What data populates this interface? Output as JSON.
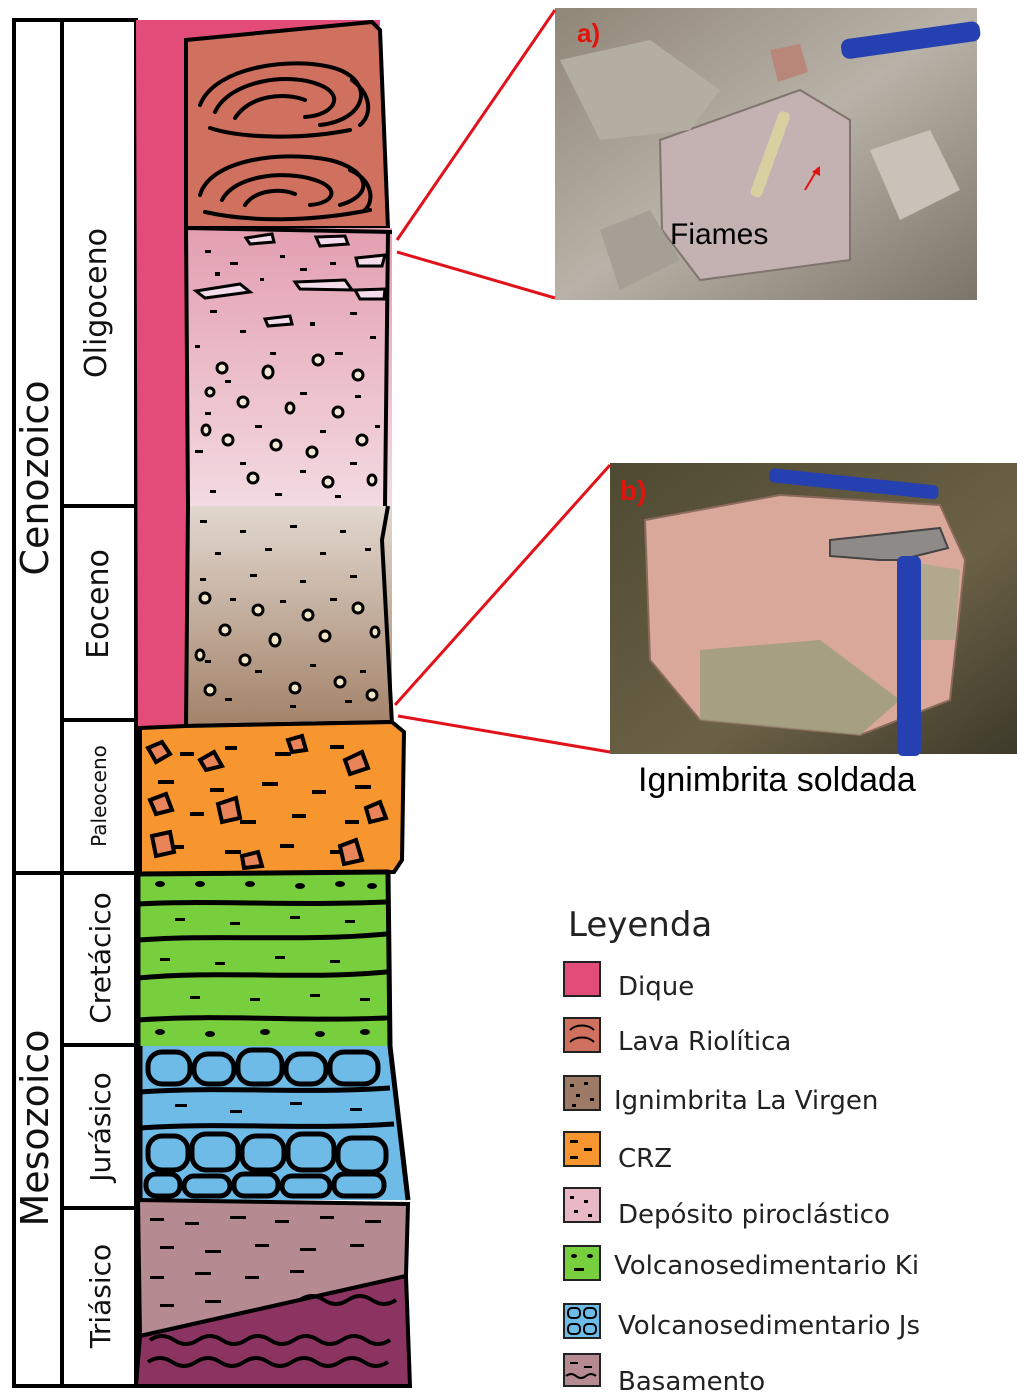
{
  "eras": [
    {
      "id": "cenozoico",
      "label": "Cenozoico"
    },
    {
      "id": "mesozoico",
      "label": "Mesozoico"
    }
  ],
  "epochs": [
    {
      "id": "oligoceno",
      "label": "Oligoceno"
    },
    {
      "id": "eoceno",
      "label": "Eoceno"
    },
    {
      "id": "paleoceno",
      "label": "Paleoceno"
    },
    {
      "id": "cretacico",
      "label": "Cretácico"
    },
    {
      "id": "jurasico",
      "label": "Jurásico"
    },
    {
      "id": "triasico",
      "label": "Triásico"
    }
  ],
  "photos": {
    "a": {
      "label": "a)",
      "annotation": "Fiames"
    },
    "b": {
      "label": "b)",
      "caption": "Ignimbrita soldada"
    }
  },
  "legend": {
    "title": "Leyenda",
    "items": [
      {
        "id": "dique",
        "label": "Dique",
        "color": "#e34c78"
      },
      {
        "id": "lava-riolitica",
        "label": "Lava Riolítica",
        "color": "#d0705f"
      },
      {
        "id": "ignimbrita-la-virgen",
        "label": "Ignimbrita La Virgen",
        "color": "#9c7a66"
      },
      {
        "id": "crz",
        "label": "CRZ",
        "color": "#f7962f"
      },
      {
        "id": "deposito-piroclastico",
        "label": "Depósito piroclástico",
        "color": "#e8b9c4"
      },
      {
        "id": "volcanosedimentario-ki",
        "label": "Volcanosedimentario Ki",
        "color": "#78cf3e"
      },
      {
        "id": "volcanosedimentario-js",
        "label": "Volcanosedimentario Js",
        "color": "#6ebbe8"
      },
      {
        "id": "basamento",
        "label": "Basamento",
        "color": "#b58a91"
      }
    ]
  },
  "colors": {
    "dique": "#e34c78",
    "lava": "#d0705f",
    "pyro_top": "#e6aebd",
    "pyro_bottom": "#f1d6df",
    "eoceno_top": "#ddd1c7",
    "eoceno_bottom": "#a9896e",
    "crz": "#f7962f",
    "ki": "#78cf3e",
    "js": "#6ebbe8",
    "basamento": "#b58a91",
    "basement_bottom": "#8b3461",
    "connector": "#e2121a"
  }
}
